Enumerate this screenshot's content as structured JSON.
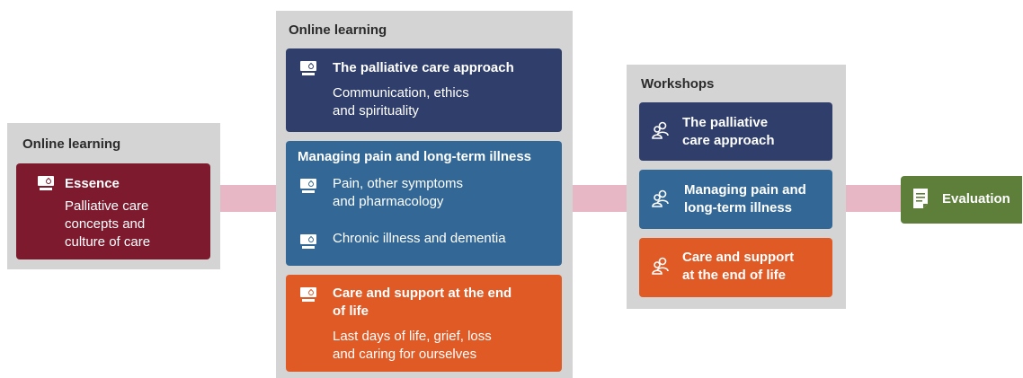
{
  "colors": {
    "panel": "#d4d4d4",
    "connector": "#e8b7c6",
    "essence": "#7d1a2e",
    "approach": "#2f3e6a",
    "pain": "#336896",
    "end_of_life": "#e05a26",
    "evaluation": "#5d7f3a"
  },
  "stage1": {
    "title": "Online learning",
    "card": {
      "icon": "monitor-icon",
      "title": "Essence",
      "lines": [
        "Palliative care",
        "concepts and",
        "culture of care"
      ]
    }
  },
  "stage2": {
    "title": "Online learning",
    "approach": {
      "icon": "monitor-icon",
      "title": "The palliative care approach",
      "lines": [
        "Communication, ethics",
        "and spirituality"
      ]
    },
    "pain": {
      "title": "Managing pain and long-term illness",
      "item1": {
        "icon": "monitor-icon",
        "lines": [
          "Pain, other symptoms",
          "and pharmacology"
        ]
      },
      "item2": {
        "icon": "monitor-icon",
        "text": "Chronic illness and dementia"
      }
    },
    "end_of_life": {
      "icon": "monitor-icon",
      "title_lines": [
        "Care and support at the end",
        "of life"
      ],
      "lines": [
        "Last days of life, grief, loss",
        "and caring for ourselves"
      ]
    }
  },
  "stage3": {
    "title": "Workshops",
    "approach": {
      "icon": "people-icon",
      "lines": [
        "The palliative",
        "care approach"
      ]
    },
    "pain": {
      "icon": "people-icon",
      "lines": [
        "Managing pain and",
        "long-term illness"
      ]
    },
    "end_of_life": {
      "icon": "people-icon",
      "lines": [
        "Care and support",
        "at the end of life"
      ]
    }
  },
  "evaluation": {
    "icon": "document-icon",
    "label": "Evaluation"
  }
}
